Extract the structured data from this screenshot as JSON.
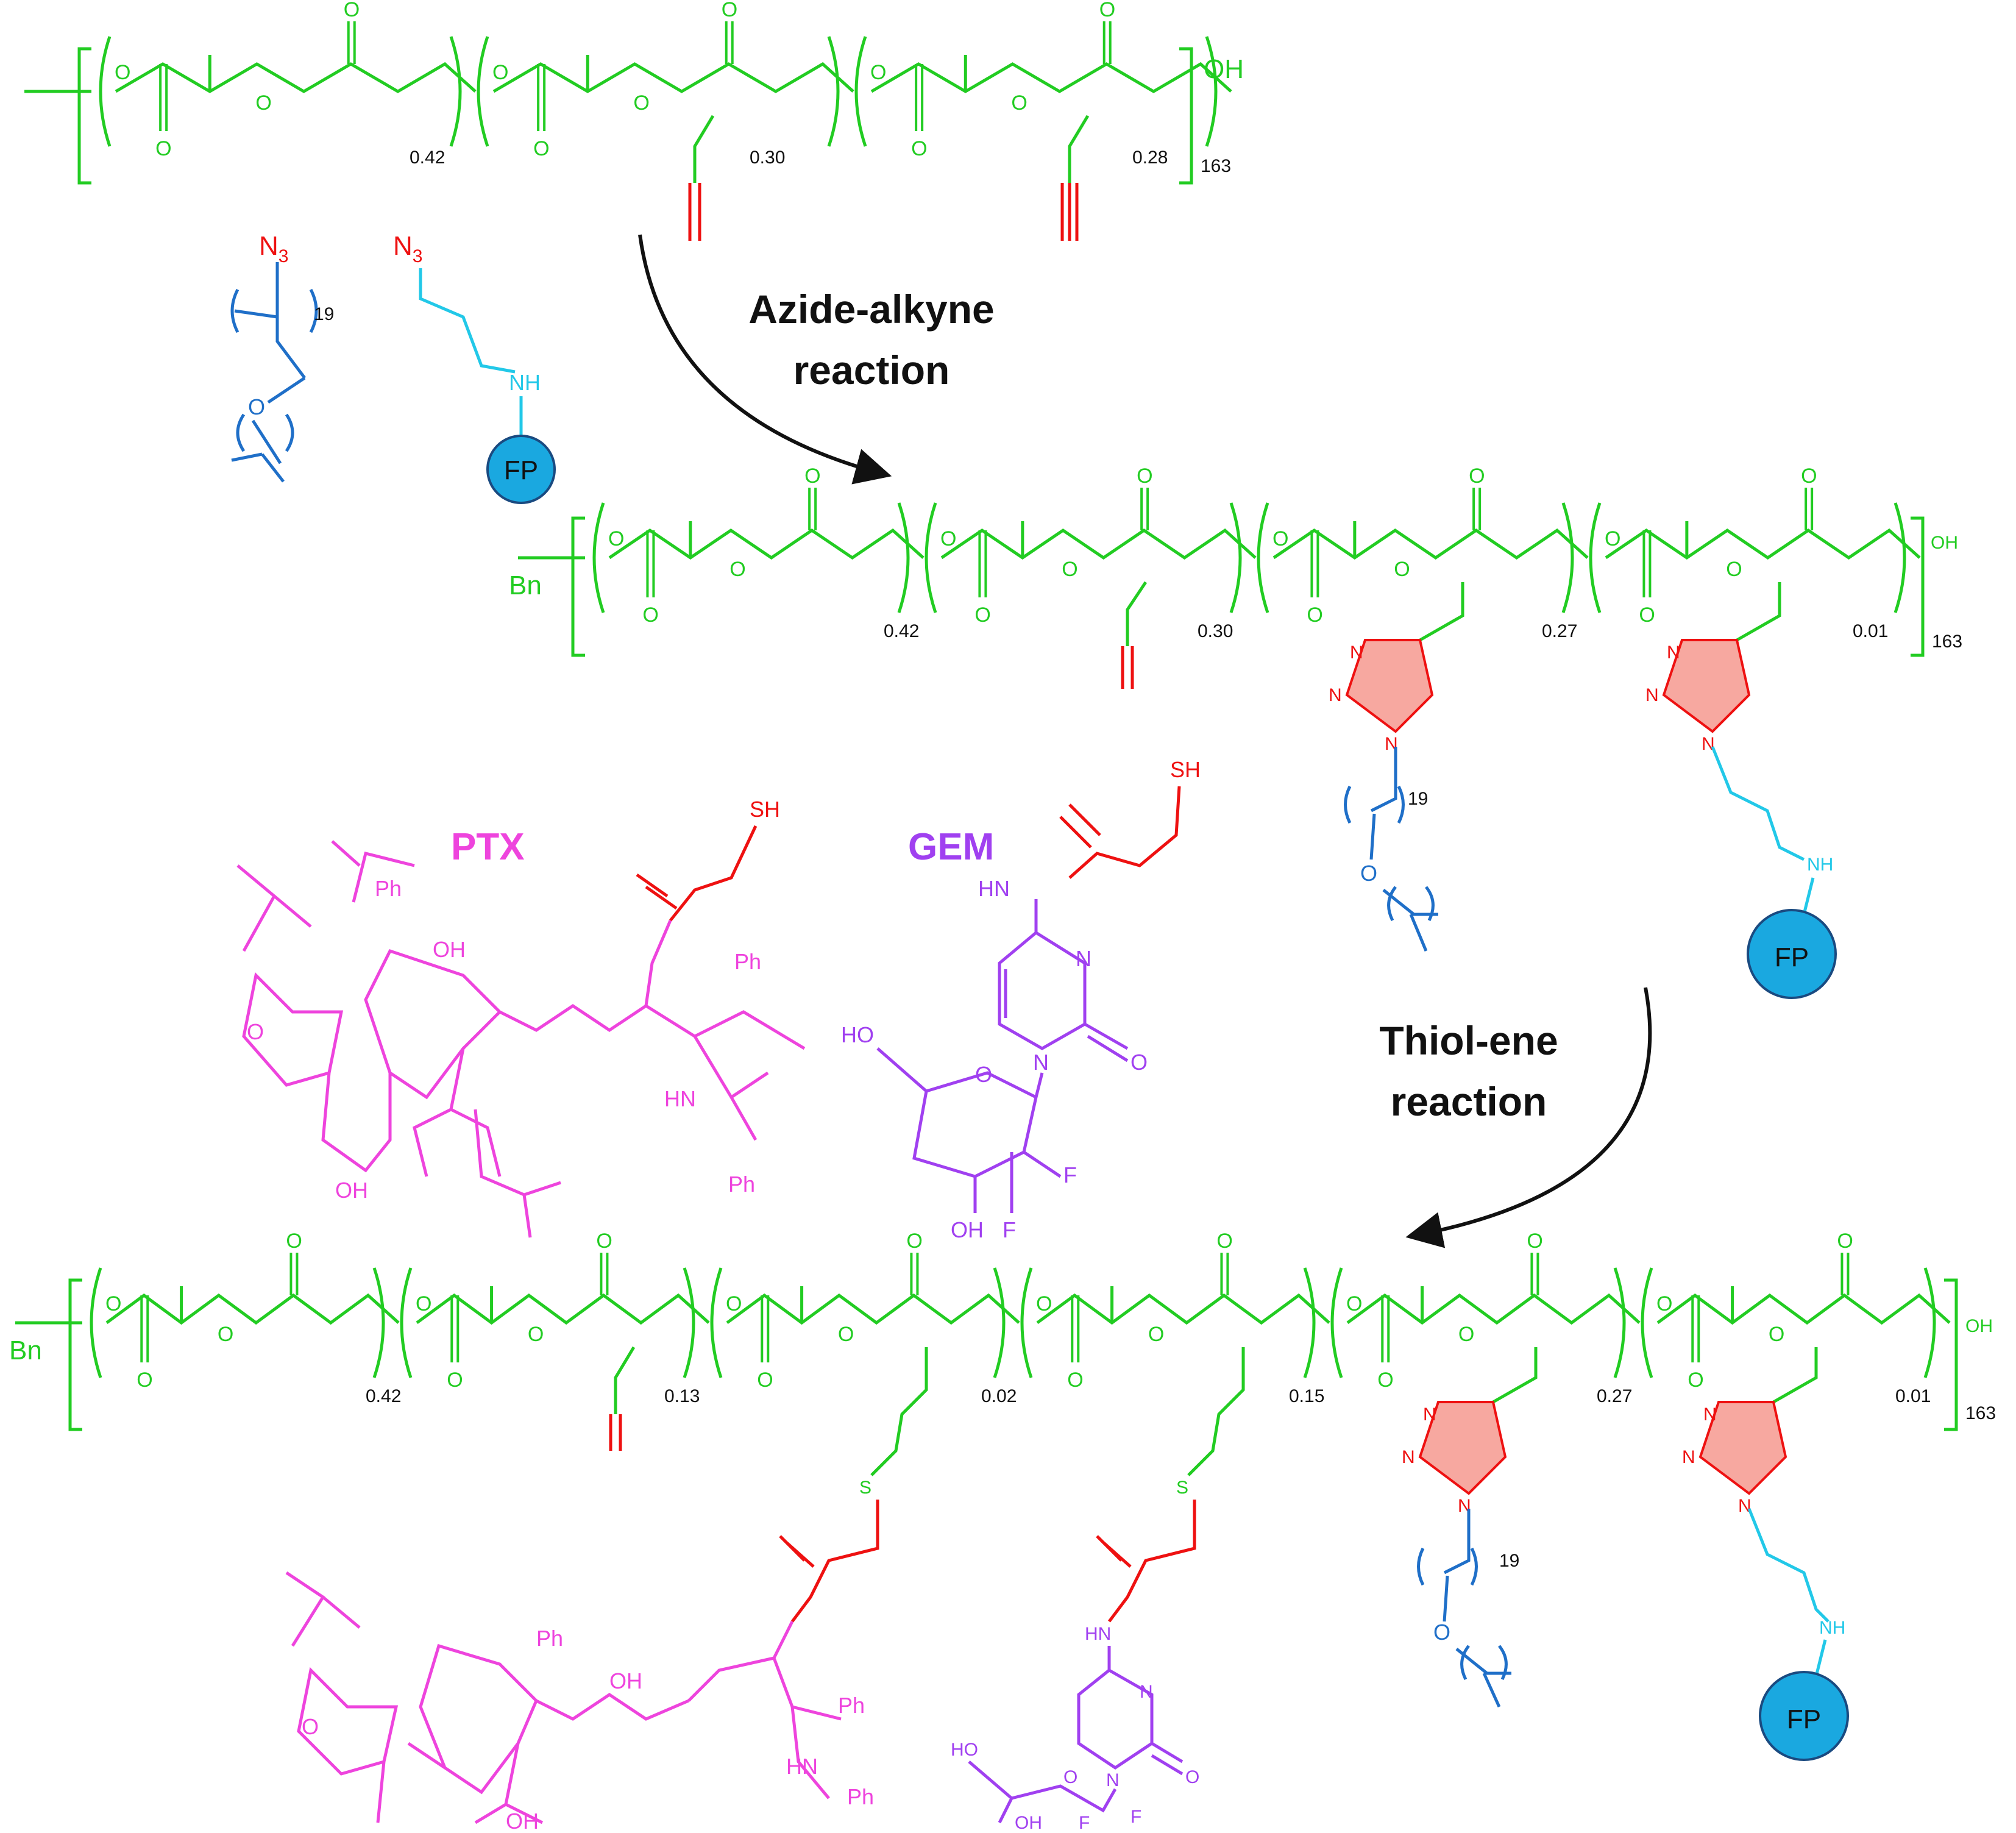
{
  "colors": {
    "backbone": "#22cc22",
    "alkene": "#ee1111",
    "peg": "#1f6fc8",
    "linker": "#22c8e8",
    "fp_fill": "#1aa8e0",
    "triazole_fill": "#f7a8a0",
    "ptx": "#ee44dd",
    "gem": "#a040f0",
    "arrow": "#111111"
  },
  "polymer1": {
    "end_group": "OH",
    "repeat": "163",
    "blocks": [
      {
        "fraction": "0.42",
        "side": "methyl"
      },
      {
        "fraction": "0.30",
        "side": "alkene"
      },
      {
        "fraction": "0.28",
        "side": "alkyne"
      }
    ]
  },
  "reagents": {
    "peg_azide": {
      "azide": "N3",
      "oxygen": "O",
      "repeat": "19"
    },
    "fp_azide": {
      "azide": "N3",
      "amine": "NH",
      "probe": "FP"
    }
  },
  "step1": {
    "line1": "Azide-alkyne",
    "line2": "reaction"
  },
  "polymer2": {
    "start_group": "Bn",
    "end_group": "OH",
    "repeat": "163",
    "blocks": [
      {
        "fraction": "0.42",
        "side": "methyl"
      },
      {
        "fraction": "0.30",
        "side": "alkene"
      },
      {
        "fraction": "0.27",
        "side": "triazole-peg"
      },
      {
        "fraction": "0.01",
        "side": "triazole-fp"
      }
    ],
    "peg_repeat": "19",
    "amine": "NH",
    "probe": "FP"
  },
  "drugs": {
    "ptx": {
      "name": "PTX",
      "thiol": "SH",
      "labels": [
        "Ph",
        "OH",
        "Ph",
        "HN",
        "Ph",
        "OH"
      ]
    },
    "gem": {
      "name": "GEM",
      "thiol": "SH",
      "labels": [
        "HN",
        "N",
        "N",
        "O",
        "HO",
        "OH",
        "F",
        "F"
      ]
    }
  },
  "step2": {
    "line1": "Thiol-ene",
    "line2": "reaction"
  },
  "polymer3": {
    "start_group": "Bn",
    "end_group": "OH",
    "repeat": "163",
    "blocks": [
      {
        "fraction": "0.42",
        "side": "methyl"
      },
      {
        "fraction": "0.13",
        "side": "alkene"
      },
      {
        "fraction": "0.02",
        "side": "ptx"
      },
      {
        "fraction": "0.15",
        "side": "gem"
      },
      {
        "fraction": "0.27",
        "side": "triazole-peg"
      },
      {
        "fraction": "0.01",
        "side": "triazole-fp"
      }
    ],
    "sulfur": "S",
    "peg_repeat": "19",
    "amine": "NH",
    "probe": "FP"
  }
}
